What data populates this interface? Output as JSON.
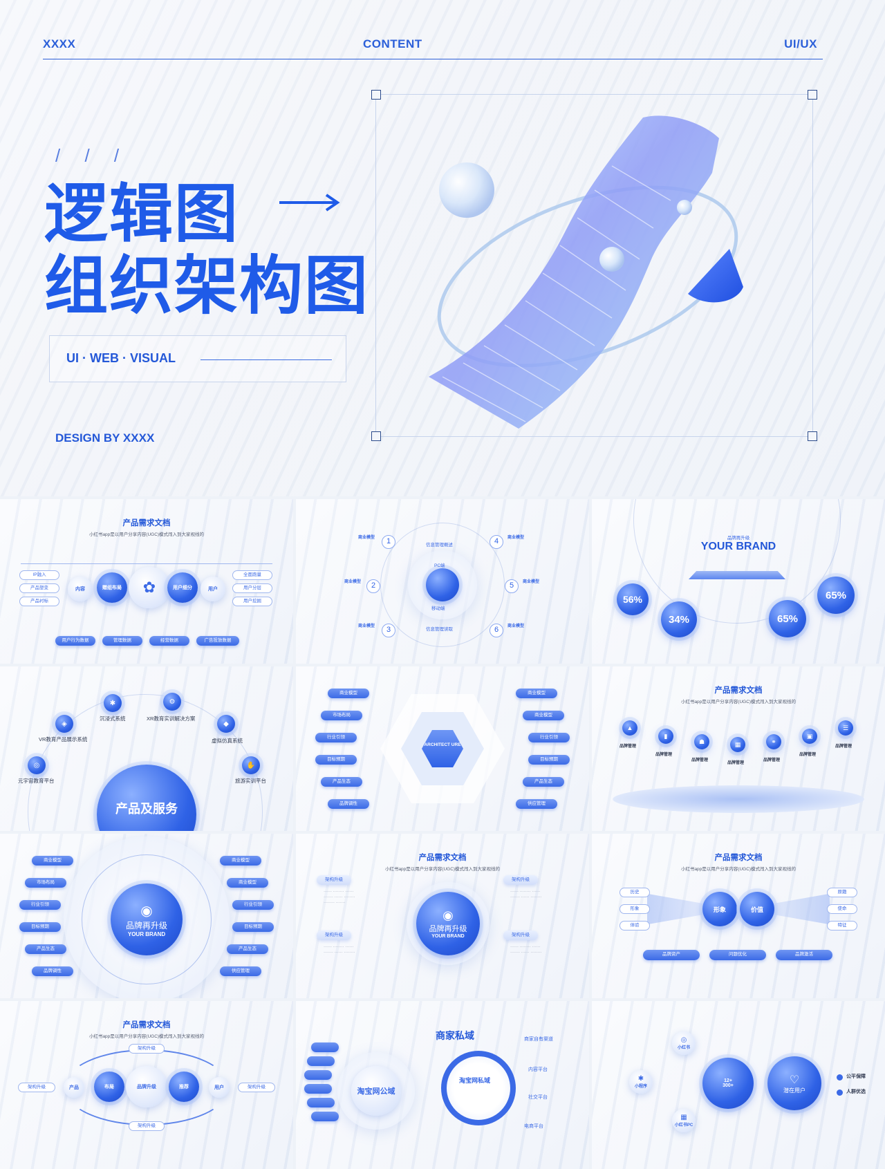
{
  "hero": {
    "top_left": "XXXX",
    "top_center": "CONTENT",
    "top_right": "UI/UX",
    "slashes": "/ / /",
    "title_line1": "逻辑图",
    "title_line2": "组织架构图",
    "tags": "UI · WEB · VISUAL",
    "design_by": "DESIGN BY  XXXX",
    "accent_color": "#1f5be8"
  },
  "thumbs": {
    "t1": {
      "title": "产品需求文档",
      "subtitle": "小红书app是以用户分享内容(UGC)模式闯入到大家视线的",
      "left_pills": [
        "IP融入",
        "产品塑变",
        "产品衬标"
      ],
      "right_pills": [
        "全面跑量",
        "用户分层",
        "用户挖掘"
      ],
      "chain": [
        "内容",
        "赠组布局",
        "用户细分",
        "用户"
      ],
      "bottom_pills": [
        "用户行为数据",
        "管理数据",
        "经营数据",
        "广告投放数据"
      ]
    },
    "t2": {
      "center_top": "PC端",
      "center_bottom": "移动端",
      "top_label": "信息管理概述",
      "bottom_label": "信息管理读取",
      "item_title": "商业模型",
      "numbers": [
        "1",
        "2",
        "3",
        "4",
        "5",
        "6"
      ]
    },
    "t3": {
      "pre": "品牌再升级",
      "title": "YOUR BRAND",
      "stats": [
        "56%",
        "34%",
        "65%",
        "65%"
      ]
    },
    "t4": {
      "items": [
        "VR教育产品展示系统",
        "沉浸式系统",
        "XR教育实训解决方案",
        "虚拟仿真系统",
        "元宇宙教育平台",
        "旅游实训平台"
      ],
      "center": "产品及服务"
    },
    "t5": {
      "center": "ARCHITECT URE",
      "left": [
        "商业模型",
        "市场布局",
        "行业引领",
        "目标预期",
        "产品生态",
        "品牌调性"
      ],
      "right": [
        "商业模型",
        "商业模型",
        "行业引领",
        "目标预期",
        "产品生态",
        "供应管理"
      ]
    },
    "t6": {
      "title": "产品需求文档",
      "subtitle": "小红书app是以用户分享内容(UGC)模式闯入到大家视线的",
      "steps": [
        "品牌管理",
        "品牌管理",
        "品牌管理",
        "品牌管理",
        "品牌管理",
        "品牌管理",
        "品牌管理"
      ]
    },
    "t7": {
      "center_line1": "品牌再升级",
      "center_line2": "YOUR BRAND",
      "left": [
        "商业模型",
        "市场布局",
        "行业引领",
        "目标预期",
        "产品生态",
        "品牌调性"
      ],
      "right": [
        "商业模型",
        "商业模型",
        "行业引领",
        "目标预期",
        "产品生态",
        "供应管理"
      ]
    },
    "t8": {
      "title": "产品需求文档",
      "subtitle": "小红书app是以用户分享内容(UGC)模式闯入到大家视线的",
      "center_line1": "品牌再升级",
      "center_line2": "YOUR BRAND",
      "tags": [
        "架构升级",
        "架构升级",
        "架构升级",
        "架构升级"
      ]
    },
    "t9": {
      "title": "产品需求文档",
      "subtitle": "小红书app是以用户分享内容(UGC)模式闯入到大家视线的",
      "left": [
        "历史",
        "形象",
        "体验"
      ],
      "right": [
        "原籍",
        "使命",
        "特征"
      ],
      "balls": [
        "形象",
        "价值"
      ],
      "bottom": [
        "品牌资产",
        "问题优化",
        "品牌激活"
      ]
    },
    "t10": {
      "title": "产品需求文档",
      "subtitle": "小红书app是以用户分享内容(UGC)模式闯入到大家视线的",
      "chain": [
        "架构升级",
        "产品",
        "布局",
        "品牌升级",
        "推荐",
        "用户",
        "架构升级"
      ],
      "top": "架构升级",
      "bottom": "架构升级"
    },
    "t11": {
      "title": "商家私域",
      "left_ball": "淘宝网公域",
      "center": "淘宝网私域",
      "right": [
        "商家自有渠道",
        "内容平台",
        "社交平台",
        "电商平台"
      ]
    },
    "t12": {
      "nodes": [
        "小红书",
        "小程序",
        "小红书PC"
      ],
      "center_stats": [
        "12+",
        "300+"
      ],
      "target": "潜在用户",
      "legend": [
        "公平保障",
        "人群优选"
      ]
    }
  }
}
